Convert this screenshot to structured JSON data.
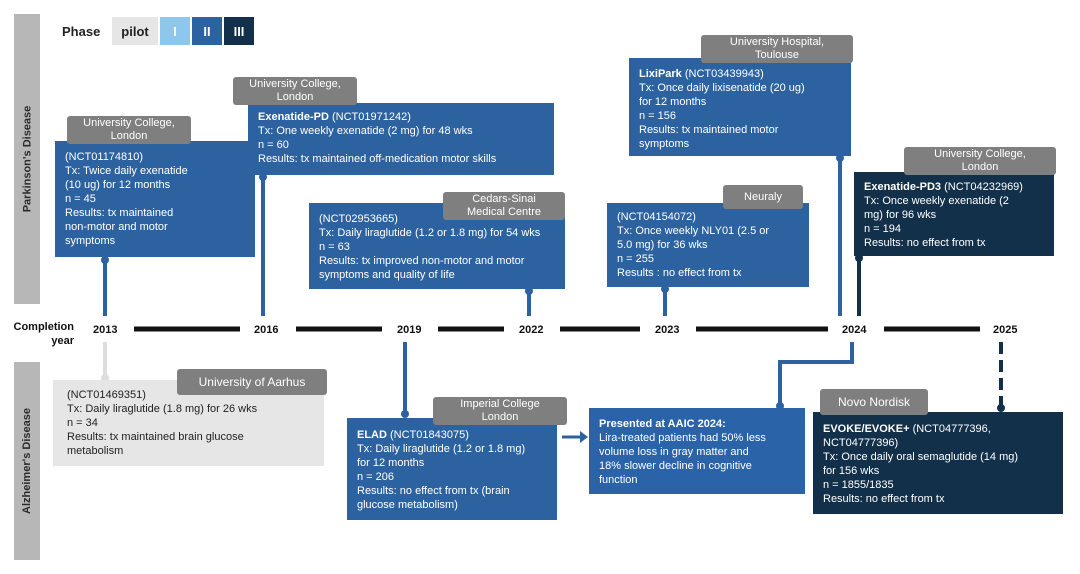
{
  "legend": {
    "label": "Phase",
    "phases": [
      {
        "label": "pilot",
        "color": "#e6e6e6",
        "text_color": "#222222"
      },
      {
        "label": "I",
        "color": "#8fc7ea",
        "text_color": "#ffffff"
      },
      {
        "label": "II",
        "color": "#2d62a0",
        "text_color": "#ffffff"
      },
      {
        "label": "III",
        "color": "#12304a",
        "text_color": "#ffffff"
      }
    ]
  },
  "rows": {
    "top": "Parkinson's Disease",
    "bottom": "Alzheimer's Disease"
  },
  "timeline": {
    "label_line1": "Completion",
    "label_line2": "year",
    "years": [
      "2013",
      "2016",
      "2019",
      "2022",
      "2023",
      "2024",
      "2025"
    ]
  },
  "studies": {
    "pd_2013": {
      "site_line1": "University College,",
      "site_line2": "London",
      "id": "(NCT01174810)",
      "l1": "Tx: Twice daily exenatide",
      "l2": "(10 ug) for 12 months",
      "l3": "n  = 45",
      "l4": "Results: tx  maintained",
      "l5": "non-motor and motor",
      "l6": "symptoms"
    },
    "pd_2016": {
      "site_line1": "University College,",
      "site_line2": "London",
      "name": "Exenatide-PD",
      "id": " (NCT01971242)",
      "l1": "Tx: One weekly exenatide (2 mg) for 48 wks",
      "l2": "n  =  60",
      "l3": "Results: tx maintained off-medication motor skills"
    },
    "pd_2022": {
      "site_line1": "Cedars-Sinai",
      "site_line2": "Medical Centre",
      "id": "(NCT02953665)",
      "l1": "Tx: Daily liraglutide (1.2 or 1.8 mg) for 54 wks",
      "l2": "n = 63",
      "l3": "Results: tx improved non-motor and motor",
      "l4": "symptoms and quality of life"
    },
    "pd_2023": {
      "site_line1": "Neuraly",
      "id": "(NCT04154072)",
      "l1": "Tx: Once weekly NLY01 (2.5 or",
      "l2": "5.0 mg) for 36 wks",
      "l3": "n = 255",
      "l4": "Results : no effect from tx"
    },
    "pd_2024a": {
      "site_line1": "University Hospital,",
      "site_line2": "Toulouse",
      "name": "LixiPark",
      "id": " (NCT03439943)",
      "l1": "Tx: Once daily lixisenatide (20 ug)",
      "l2": "for 12 months",
      "l3": "n = 156",
      "l4": "Results: tx maintained motor",
      "l5": "symptoms"
    },
    "pd_2024b": {
      "site_line1": "University College,",
      "site_line2": "London",
      "name": "Exenatide-PD3",
      "id": " (NCT04232969)",
      "l1": "Tx: Once weekly exenatide (2",
      "l2": "mg) for 96 wks",
      "l3": "n = 194",
      "l4": "Results: no effect from tx"
    },
    "ad_2013": {
      "site_line1": "University of Aarhus",
      "id": "(NCT01469351)",
      "l1": "Tx: Daily liraglutide (1.8 mg) for 26 wks",
      "l2": "n = 34",
      "l3": "Results: tx maintained brain glucose",
      "l4": "metabolism"
    },
    "ad_2019": {
      "site_line1": "Imperial College",
      "site_line2": "London",
      "name": "ELAD",
      "id": " (NCT01843075)",
      "l1": "Tx: Daily liraglutide (1.2 or 1.8 mg)",
      "l2": "for 12 months",
      "l3": "n = 206",
      "l4": "Results: no effect from tx (brain",
      "l5": "glucose metabolism)"
    },
    "aaic": {
      "title": "Presented at AAIC 2024:",
      "l1": "Lira-treated patients had 50% less",
      "l2": "volume loss in gray matter and",
      "l3": "18% slower decline in cognitive",
      "l4": "function"
    },
    "ad_2025": {
      "site_line1": "Novo Nordisk",
      "name": "EVOKE/EVOKE+",
      "id": " (NCT04777396,",
      "l0": "NCT04777396)",
      "l1": "Tx: Once daily oral semaglutide (14 mg)",
      "l2": "for 156 wks",
      "l3": "n = 1855/1835",
      "l4": "Results: no effect from tx"
    }
  }
}
